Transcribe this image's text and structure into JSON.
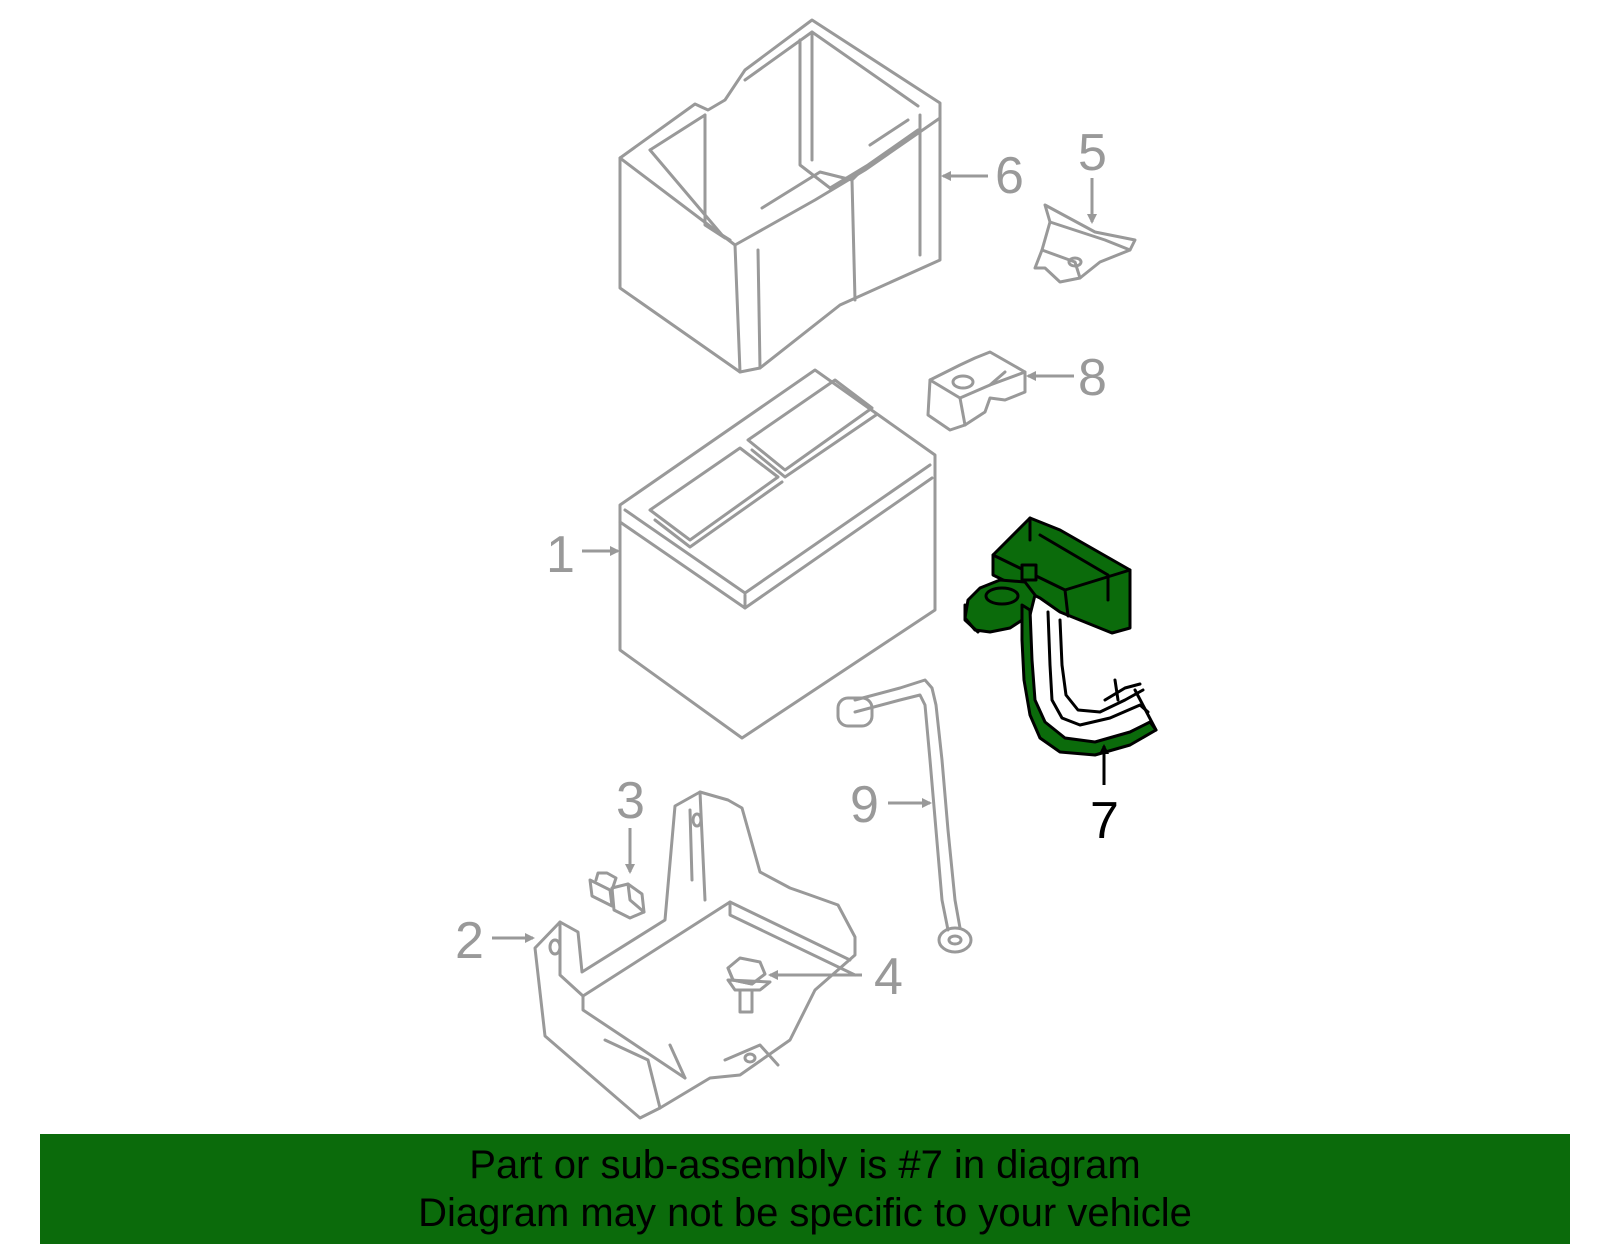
{
  "diagram": {
    "callouts": [
      {
        "number": "1",
        "part": "battery"
      },
      {
        "number": "2",
        "part": "battery-tray"
      },
      {
        "number": "3",
        "part": "bolt"
      },
      {
        "number": "4",
        "part": "bolt"
      },
      {
        "number": "5",
        "part": "hold-down-clamp"
      },
      {
        "number": "6",
        "part": "battery-cover"
      },
      {
        "number": "7",
        "part": "positive-cable-assembly"
      },
      {
        "number": "8",
        "part": "terminal-cover"
      },
      {
        "number": "9",
        "part": "negative-cable"
      }
    ],
    "highlighted_callout": "7",
    "colors": {
      "line": "#999999",
      "highlight_fill": "#0b6b0b",
      "highlight_line": "#000000",
      "banner": "#0b6b0b"
    }
  },
  "banner": {
    "line1": "Part or sub-assembly is #7 in diagram",
    "line2": "Diagram may not be specific to your vehicle"
  }
}
